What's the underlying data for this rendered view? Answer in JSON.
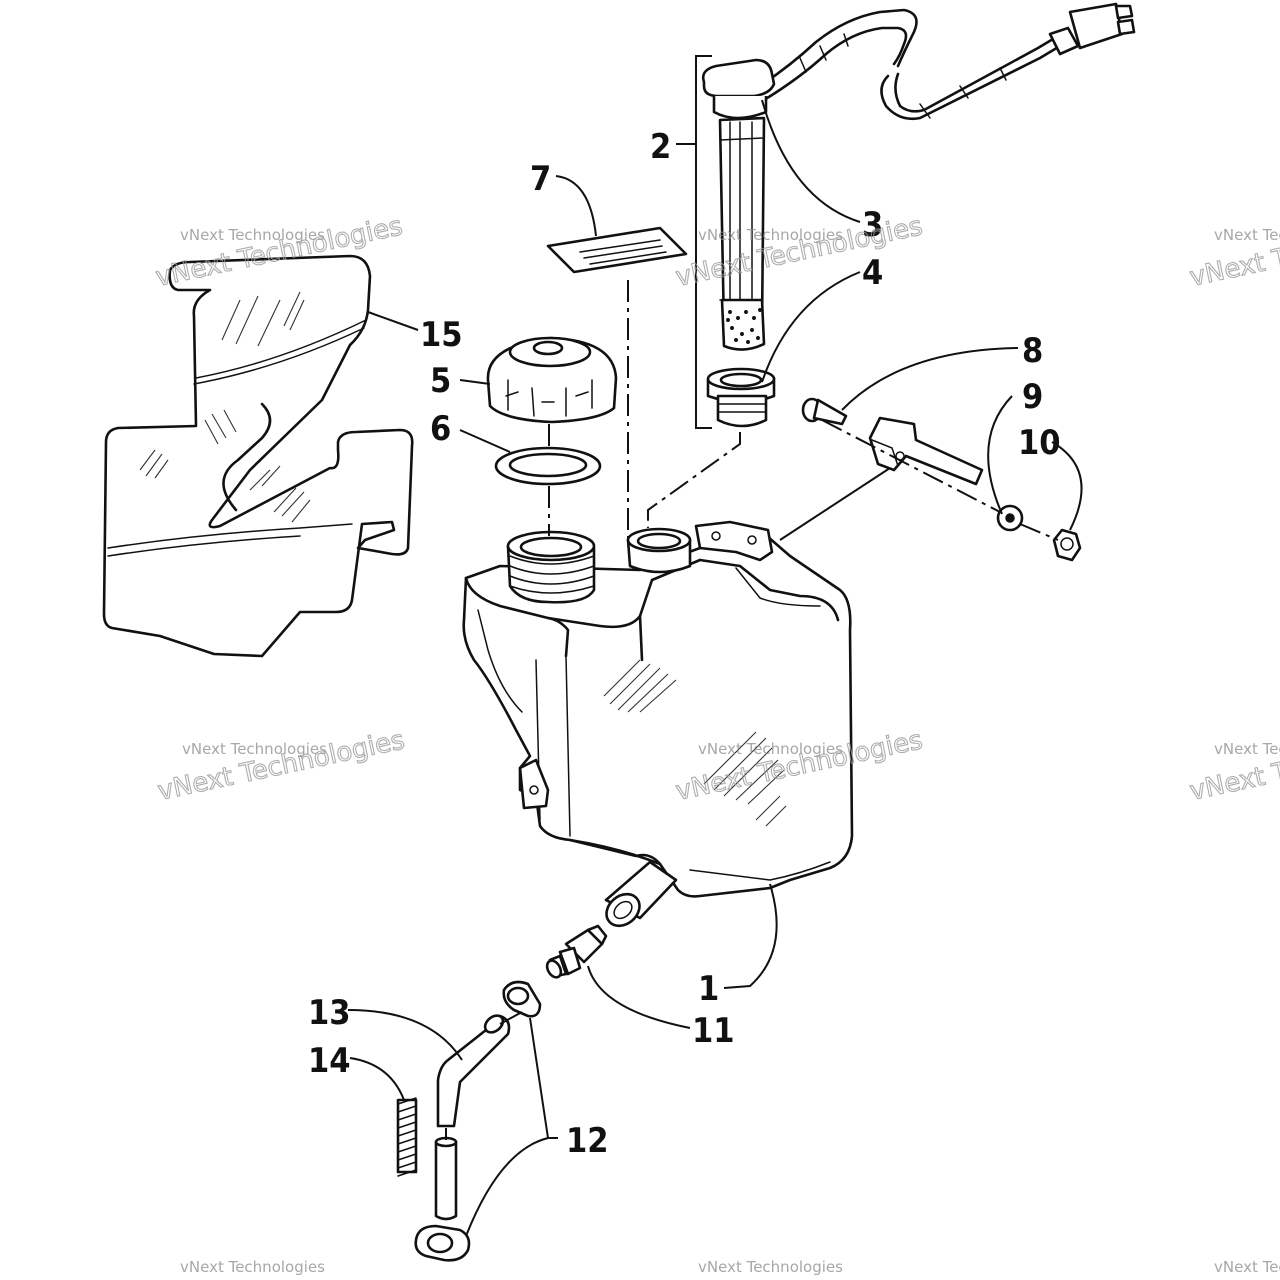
{
  "callouts": [
    {
      "id": "1",
      "text": "1"
    },
    {
      "id": "2",
      "text": "2"
    },
    {
      "id": "3",
      "text": "3"
    },
    {
      "id": "4",
      "text": "4"
    },
    {
      "id": "5",
      "text": "5"
    },
    {
      "id": "6",
      "text": "6"
    },
    {
      "id": "7",
      "text": "7"
    },
    {
      "id": "8",
      "text": "8"
    },
    {
      "id": "9",
      "text": "9"
    },
    {
      "id": "10",
      "text": "10"
    },
    {
      "id": "11",
      "text": "11"
    },
    {
      "id": "12",
      "text": "12"
    },
    {
      "id": "13",
      "text": "13"
    },
    {
      "id": "14",
      "text": "14"
    },
    {
      "id": "15",
      "text": "15"
    }
  ],
  "watermark": {
    "line1": "vNext Technologies",
    "line2": "vNext Technologies"
  }
}
